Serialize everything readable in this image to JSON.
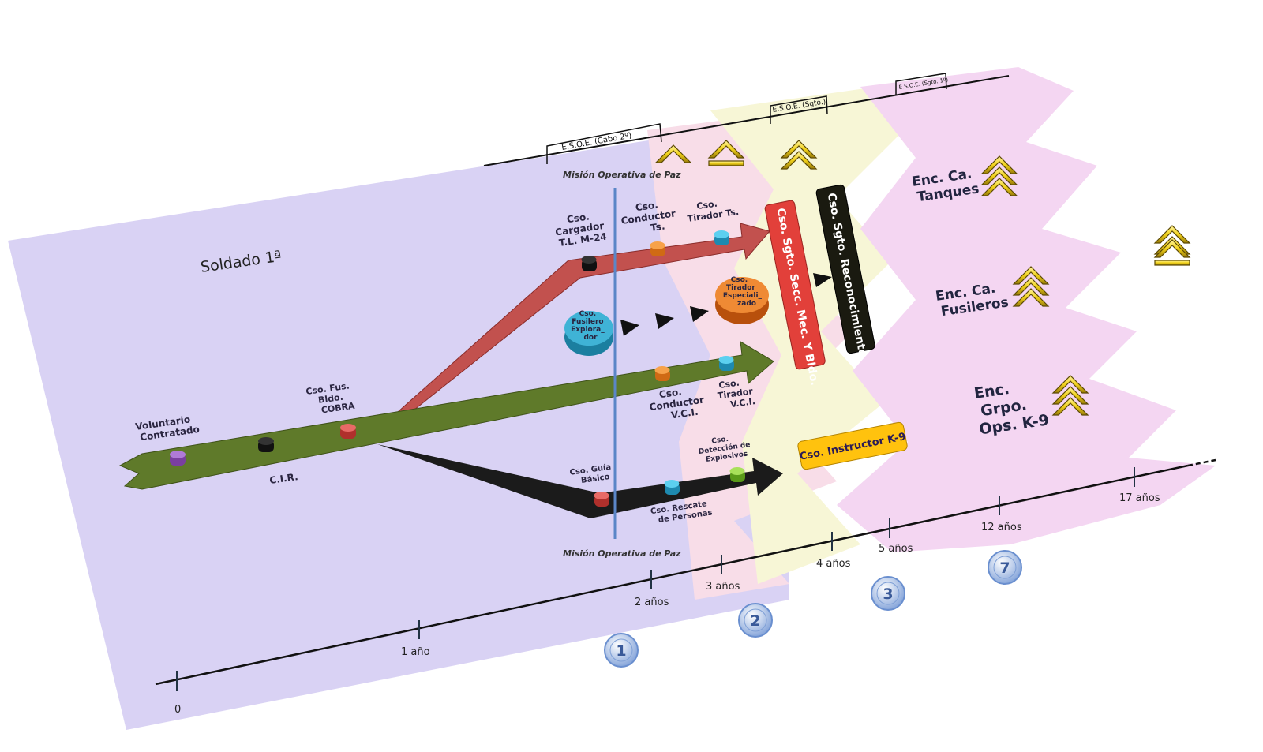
{
  "title": "Soldado 1ª",
  "timeline_ticks": [
    "0",
    "1 año",
    "2 años",
    "3 años",
    "4 años",
    "5 años",
    "12 años",
    "17 años"
  ],
  "missions_label_top": "Misión Operativa de Paz",
  "missions_label_bottom": "Misión Operativa de Paz",
  "un_badges": [
    "1",
    "2",
    "3",
    "7"
  ],
  "esoe": {
    "cabo": "E.S.O.E. (Cabo 2º)",
    "sgto": "E.S.O.E. (Sgto.)",
    "sgto1": "E.S.O.E. (Sgto. 1º)"
  },
  "start": {
    "voluntario": [
      "Voluntario",
      "Contratado"
    ],
    "cir": "C.I.R.",
    "cobra": [
      "Cso. Fus.",
      "Bldo.",
      "COBRA"
    ]
  },
  "red_branch": {
    "cargador": [
      "Cso.",
      "Cargador",
      "T.L. M-24"
    ],
    "conductor": [
      "Cso.",
      "Conductor",
      "Ts."
    ],
    "tirador": [
      "Cso.",
      "Tirador Ts."
    ]
  },
  "green_branch": {
    "conductor": [
      "Cso.",
      "Conductor",
      "V.C.I."
    ],
    "tirador": [
      "Cso.",
      "Tirador",
      "V.C.I."
    ]
  },
  "black_branch": {
    "guia": [
      "Cso. Guía",
      "Básico"
    ],
    "rescate": [
      "Cso. Rescate",
      "de Personas"
    ],
    "deteccion": [
      "Cso.",
      "Detección de",
      "Explosivos"
    ]
  },
  "discs": {
    "fusilero": [
      "Cso.",
      "Fusilero",
      "Explora_",
      "dor"
    ],
    "tirador_esp": [
      "Cso.",
      "Tirador",
      "Especiali_",
      "zado"
    ]
  },
  "bars": {
    "red": "Cso. Sgto. Secc. Mec. Y Bldo.",
    "black": "Cso. Sgto. Reconocimiento",
    "yellow": "Cso. Instructor K-9"
  },
  "ranks": {
    "tanques": [
      "Enc. Ca.",
      "Tanques"
    ],
    "fusileros": [
      "Enc. Ca.",
      "Fusileros"
    ],
    "k9": [
      "Enc.",
      "Grpo.",
      "Ops. K-9"
    ]
  },
  "colors": {
    "purple_zone": "#d9d2f4",
    "pink_zone": "#f8dde8",
    "yellow_zone": "#f7f6d6",
    "magenta_zone": "#f4d6f2",
    "green_arrow": "#5f7a2a",
    "red_arrow": "#c2514e",
    "black_arrow": "#1b1b1b",
    "blue_line": "#5b86c7",
    "chevron": "#f2d21a"
  }
}
